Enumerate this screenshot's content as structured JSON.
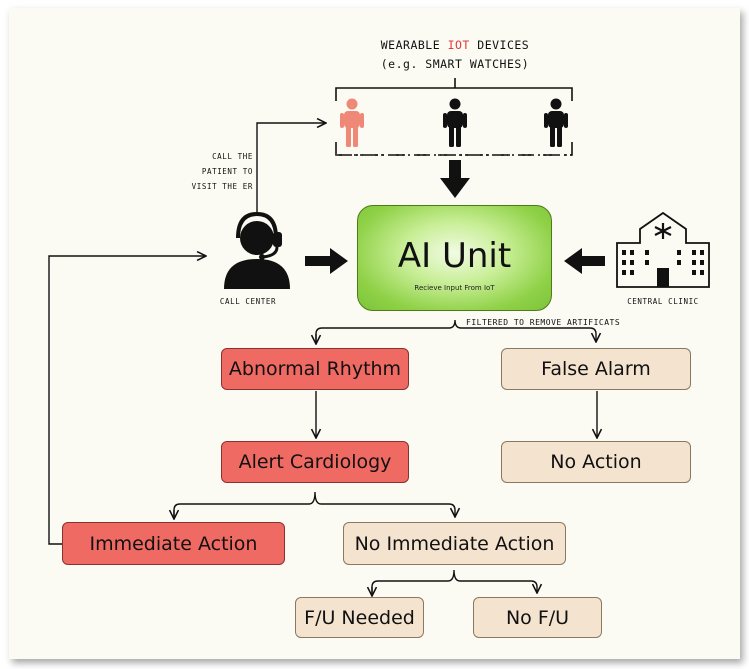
{
  "devices": {
    "title_prefix": "WEARABLE ",
    "title_highlight": "IoT",
    "title_suffix": " DEVICES",
    "subtitle": "(e.g. SMART WATCHES)"
  },
  "ai_unit": {
    "title": "AI Unit",
    "subtitle": "Recieve Input From IoT"
  },
  "call_center": {
    "label": "CALL CENTER",
    "note_lines": [
      "CALL THE",
      "PATIENT TO",
      "VISIT THE ER"
    ]
  },
  "clinic": {
    "label": "CENTRAL CLINIC"
  },
  "filter_label": "FILTERED TO REMOVE ARTIFICATS",
  "nodes": {
    "abnormal_rhythm": "Abnormal Rhythm",
    "false_alarm": "False Alarm",
    "alert_cardiology": "Alert Cardiology",
    "no_action": "No Action",
    "immediate_action": "Immediate Action",
    "no_immediate_action": "No Immediate Action",
    "fu_needed": "F/U Needed",
    "no_fu": "No F/U"
  },
  "colors": {
    "alert_fill": "#f06a64",
    "neutral_fill": "#f4e3cf",
    "ai_green": "#8fd147",
    "highlight_person": "#f08878",
    "iot_text": "#e03a3a"
  },
  "icons": {
    "people": [
      "person-icon-highlighted",
      "person-icon",
      "person-icon"
    ],
    "call_center": "headset-agent-icon",
    "clinic": "hospital-building-icon"
  }
}
